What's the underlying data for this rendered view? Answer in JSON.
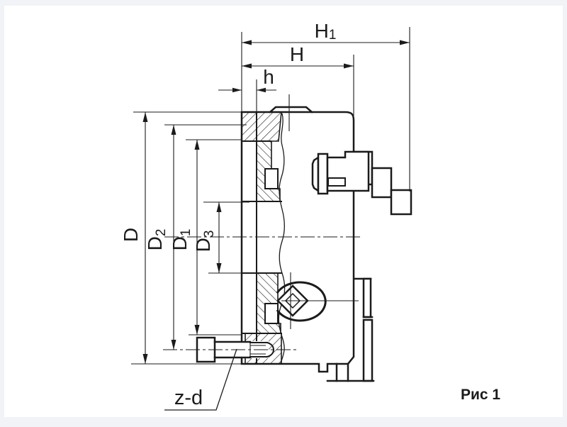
{
  "drawing": {
    "caption": "Рис 1",
    "labels": {
      "H1": {
        "base": "H",
        "sub": "1"
      },
      "H": "H",
      "h": "h",
      "D": "D",
      "D2": {
        "base": "D",
        "sub": "2"
      },
      "D1": {
        "base": "D",
        "sub": "1"
      },
      "D3": {
        "base": "D",
        "sub": "3"
      },
      "zd": "z-d"
    },
    "colors": {
      "line": "#1b1b1b",
      "paper": "#ffffff",
      "page_background": "#f1f3f6"
    }
  }
}
